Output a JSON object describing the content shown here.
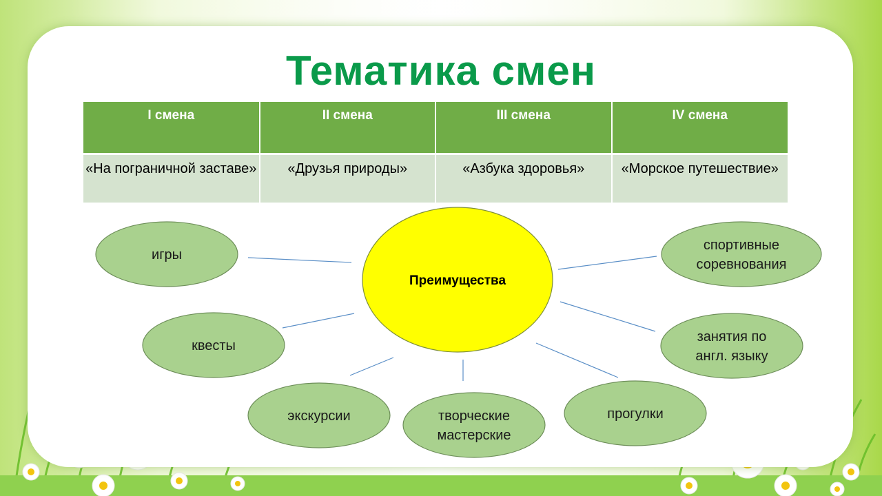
{
  "title": "Тематика смен",
  "table": {
    "headers": [
      "I смена",
      "II смена",
      "III смена",
      "IV смена"
    ],
    "rows": [
      [
        "«На пограничной заставе»",
        "«Друзья природы»",
        "«Азбука здоровья»",
        "«Морское путешествие»"
      ]
    ]
  },
  "diagram": {
    "center": "Преимущества",
    "nodes": [
      {
        "key": "games",
        "lines": [
          "игры"
        ]
      },
      {
        "key": "quests",
        "lines": [
          "квесты"
        ]
      },
      {
        "key": "excursions",
        "lines": [
          "экскурсии"
        ]
      },
      {
        "key": "workshops",
        "lines": [
          "творческие",
          "мастерские"
        ]
      },
      {
        "key": "walks",
        "lines": [
          "прогулки"
        ]
      },
      {
        "key": "english",
        "lines": [
          "занятия по",
          "англ. языку"
        ]
      },
      {
        "key": "sports",
        "lines": [
          "спортивные",
          "соревнования"
        ]
      }
    ]
  },
  "colors": {
    "title": "#0a9a4a",
    "header_bg": "#70ad47",
    "row_bg": "#d5e3cf",
    "center_fill": "#ffff00",
    "node_fill": "#a9d18e",
    "node_stroke": "#6e8f5a",
    "connector": "#5b8fc7"
  }
}
